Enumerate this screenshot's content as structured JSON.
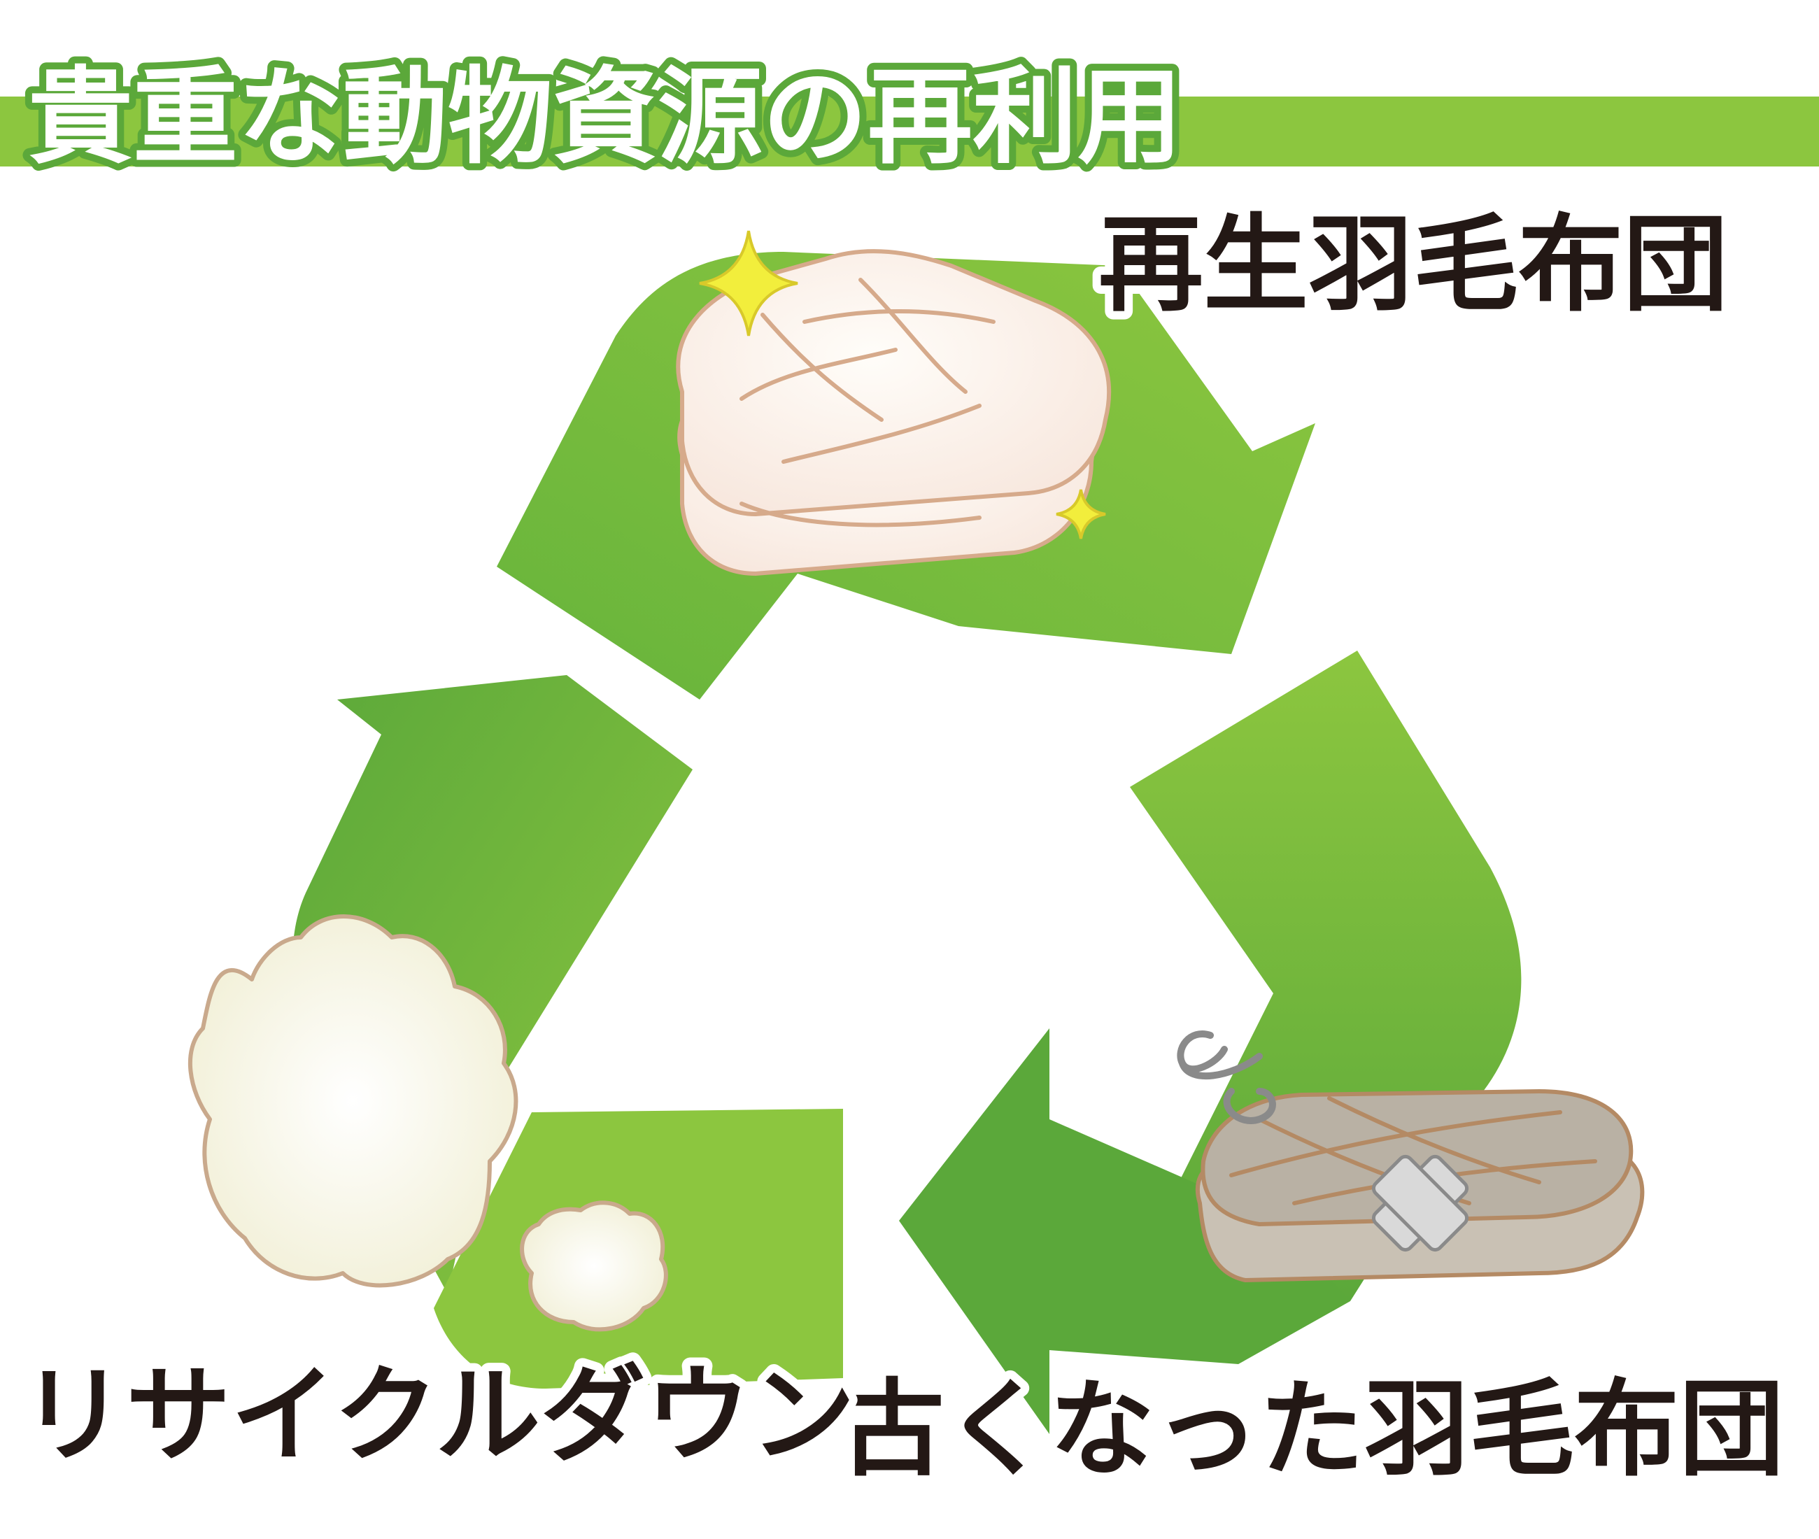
{
  "title": "貴重な動物資源の再利用",
  "labels": {
    "renewed_futon": "再生羽毛布団",
    "old_futon": "古くなった羽毛布団",
    "recycled_down": "リサイクルダウン"
  },
  "icons": [
    "recycle-arrows-icon",
    "renewed-futon-icon",
    "old-futon-icon",
    "down-fluff-icon",
    "sparkle-icon",
    "stink-swirl-icon",
    "patch-icon"
  ],
  "colors": {
    "banner": "#8cc63f",
    "arrow_dark": "#5ba83a",
    "arrow_light": "#8cc63f",
    "text_dark": "#231815",
    "sparkle": "#f2ee3c"
  }
}
